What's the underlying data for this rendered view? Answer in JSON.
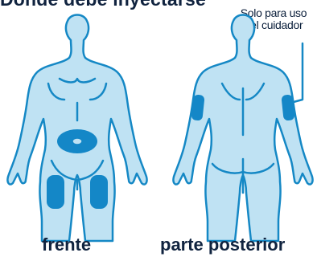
{
  "heading": "Dónde debe inyectarse",
  "caregiver_note": {
    "line1": "Solo para uso",
    "line2": "del cuidador"
  },
  "views": {
    "front_label": "frente",
    "back_label": "parte posterior"
  },
  "colors": {
    "body_fill": "#bfe2f3",
    "outline": "#1588c5",
    "site_fill": "#1487c7",
    "text": "#10233f"
  }
}
